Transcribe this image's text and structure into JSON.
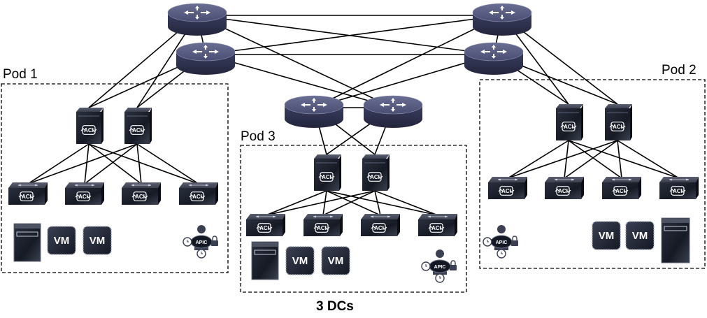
{
  "pods": [
    {
      "label": "Pod 1"
    },
    {
      "label": "Pod 2"
    },
    {
      "label": "Pod 3"
    }
  ],
  "caption": "3 DCs",
  "icons": {
    "router": "router-icon",
    "switch": "aci-switch-icon",
    "leaf": "aci-leaf-switch-icon",
    "server": "server-icon",
    "vm": "vm-icon",
    "apic": "apic-controller-icon"
  },
  "text": {
    "aci": "ACI",
    "vm": "VM",
    "apic": "APIC"
  },
  "colors": {
    "router": "#3d4064",
    "device": "#1e2230",
    "line": "#000000",
    "pod_border": "#000000"
  }
}
